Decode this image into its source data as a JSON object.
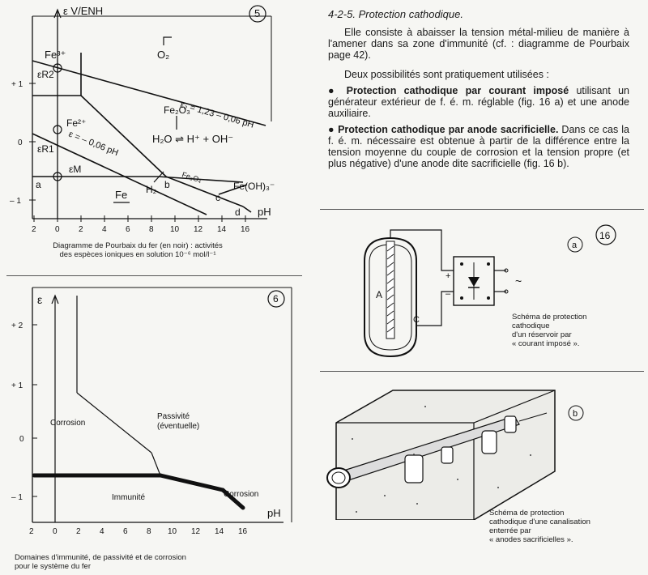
{
  "fig5": {
    "number": "5",
    "y_axis_label": "ε V/ENH",
    "x_axis_label": "pH",
    "y_ticks": [
      "+ 1",
      "0",
      "– 1"
    ],
    "x_ticks": [
      "2",
      "0",
      "2",
      "4",
      "6",
      "8",
      "10",
      "12",
      "14",
      "16"
    ],
    "labels": {
      "fe3": "Fe³⁺",
      "er2": "εR2",
      "fe2": "Fe²⁺",
      "er1": "εR1",
      "em": "εM",
      "a": "a",
      "b": "b",
      "c": "c",
      "d": "d",
      "fe": "Fe",
      "h2": "H₂",
      "o2": "O₂",
      "fe2o3": "Fe₂O₃",
      "fe3o4": "Fe₃O₄",
      "feoh3": "Fe(OH)₃⁻",
      "eq1": "ε₂ = 1,23 – 0,06 pH",
      "eq2": "ε = – 0,06 pH",
      "h2o_eq": "H₂O ⇌ H⁺ + OH⁻"
    },
    "caption_line1": "Diagramme de Pourbaix du fer (en noir) : activités",
    "caption_line2": "des espèces ioniques en solution 10⁻⁶ mol/l⁻¹"
  },
  "fig6": {
    "number": "6",
    "y_axis_label": "ε",
    "x_axis_label": "pH",
    "y_ticks": [
      "+ 2",
      "+ 1",
      "0",
      "– 1"
    ],
    "x_ticks": [
      "2",
      "0",
      "2",
      "4",
      "6",
      "8",
      "10",
      "12",
      "14",
      "16"
    ],
    "region_corrosion": "Corrosion",
    "region_passivity": "Passivité",
    "region_passivity_note": "(éventuelle)",
    "region_immunity": "Immunité",
    "region_corrosion_right": "Corrosion",
    "caption_line1": "Domaines d'immunité, de passivité et de corrosion",
    "caption_line2": "pour le système du fer"
  },
  "text": {
    "heading": "4-2-5. Protection cathodique.",
    "para1": "Elle consiste à abaisser la tension métal-milieu de manière à l'amener dans sa zone d'immunité (cf. : diagramme de Pourbaix page 42).",
    "para2": "Deux possibilités sont pratiquement utilisées :",
    "bullet1_bold": "Protection cathodique par courant imposé",
    "bullet1_rest": " utilisant un générateur extérieur de f. é. m. réglable (fig. 16 a) et une anode auxiliaire.",
    "bullet2_bold": "Protection cathodique par anode sacrificielle.",
    "bullet2_rest": " Dans ce cas la f. é. m. nécessaire est obtenue à partir de la différence entre la tension moyenne du couple de corrosion et la tension propre (et plus négative) d'une anode dite sacrificielle (fig. 16 b)."
  },
  "fig16": {
    "number": "16",
    "label_a": "a",
    "label_b": "b",
    "tank_A": "A",
    "tank_C": "C",
    "plus": "+",
    "minus": "–",
    "tilde": "~",
    "caption_a_1": "Schéma de protection",
    "caption_a_2": "cathodique",
    "caption_a_3": "d'un réservoir par",
    "caption_a_4": "« courant imposé ».",
    "caption_b_1": "Schéma de protection",
    "caption_b_2": "cathodique d'une canalisation",
    "caption_b_3": "enterrée par",
    "caption_b_4": "« anodes sacrificielles »."
  }
}
